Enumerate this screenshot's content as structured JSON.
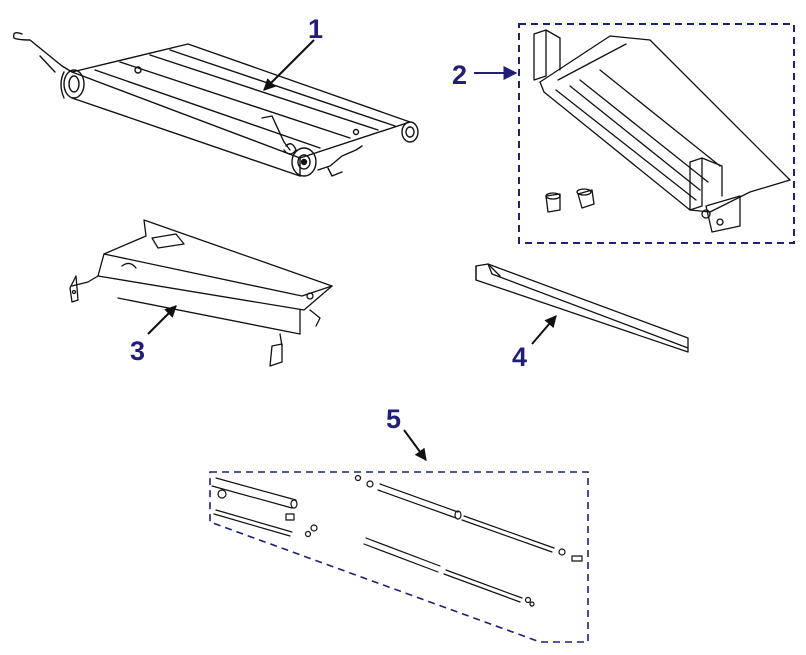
{
  "callouts": [
    {
      "id": "1",
      "label": "1"
    },
    {
      "id": "2",
      "label": "2"
    },
    {
      "id": "3",
      "label": "3"
    },
    {
      "id": "4",
      "label": "4"
    },
    {
      "id": "5",
      "label": "5"
    }
  ],
  "colors": {
    "callout_text": "#1f1f7a",
    "callout_arrow": "#111111",
    "callout_arrow_2": "#1f1f7a",
    "dashed_box": "#1f1f7a",
    "line_art": "#111111"
  }
}
